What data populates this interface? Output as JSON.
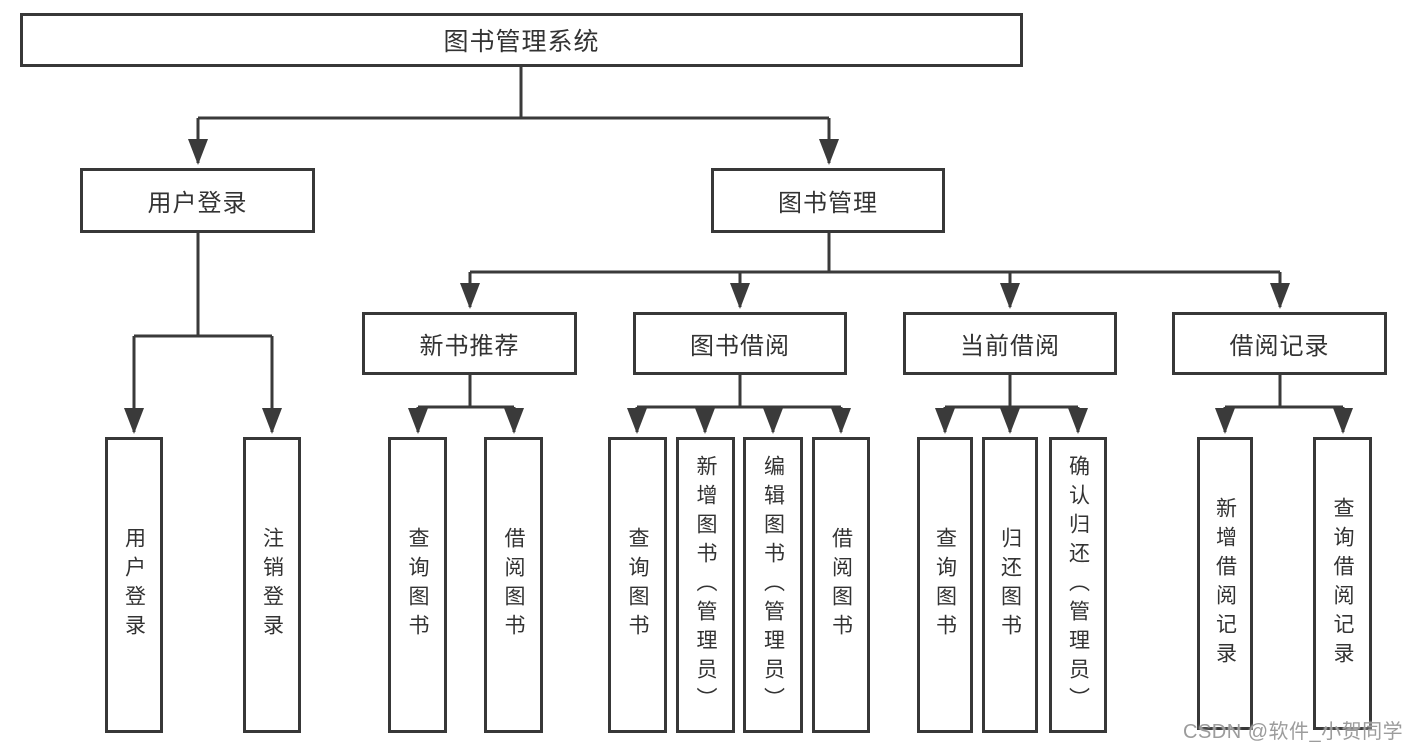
{
  "root": {
    "label": "图书管理系统"
  },
  "user_login": {
    "label": "用户登录",
    "children": [
      "用户登录",
      "注销登录"
    ]
  },
  "book_mgmt": {
    "label": "图书管理"
  },
  "new_books": {
    "label": "新书推荐",
    "children": [
      "查询图书",
      "借阅图书"
    ]
  },
  "book_borrow": {
    "label": "图书借阅",
    "children": [
      "查询图书",
      "新增图书（管理员）",
      "编辑图书（管理员）",
      "借阅图书"
    ]
  },
  "current_borrow": {
    "label": "当前借阅",
    "children": [
      "查询图书",
      "归还图书",
      "确认归还（管理员）"
    ]
  },
  "borrow_records": {
    "label": "借阅记录",
    "children": [
      "新增借阅记录",
      "查询借阅记录"
    ]
  },
  "watermark": {
    "text": "CSDN @软件_小贺同学"
  },
  "colors": {
    "line": "#3a3a3a",
    "text": "#333333",
    "watermark": "#9c9c9c",
    "background": "#ffffff"
  }
}
